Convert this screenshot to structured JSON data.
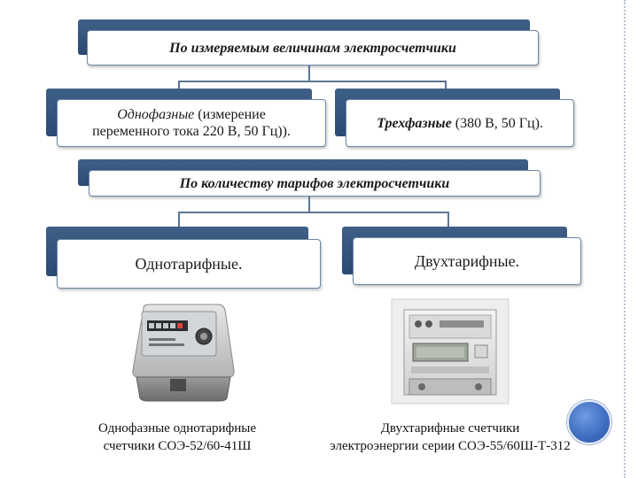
{
  "diagram": {
    "header1": {
      "text": "По измеряемым величинам электросчетчики"
    },
    "single_phase": {
      "title": "Однофазные",
      "detail_line1": " (измерение",
      "detail_line2": "переменного тока 220 В, 50 Гц))."
    },
    "three_phase": {
      "title": "Трехфазные",
      "detail": " (380 В, 50 Гц)."
    },
    "header2": {
      "text": "По количеству тарифов электросчетчики"
    },
    "single_tariff": {
      "text": "Однотарифные."
    },
    "dual_tariff": {
      "text": "Двухтарифные."
    }
  },
  "meters": {
    "left": {
      "caption_line1": "Однофазные однотарифные",
      "caption_line2": "счетчики СОЭ-52/60-41Ш"
    },
    "right": {
      "caption_line1": "Двухтарифные счетчики",
      "caption_line2": "электроэнергии серии СОЭ-55/60Ш-Т-312"
    }
  },
  "colors": {
    "slab": "#2b4b72",
    "card_border": "#6c87a6",
    "accent_circle": "#3d6cc0"
  }
}
